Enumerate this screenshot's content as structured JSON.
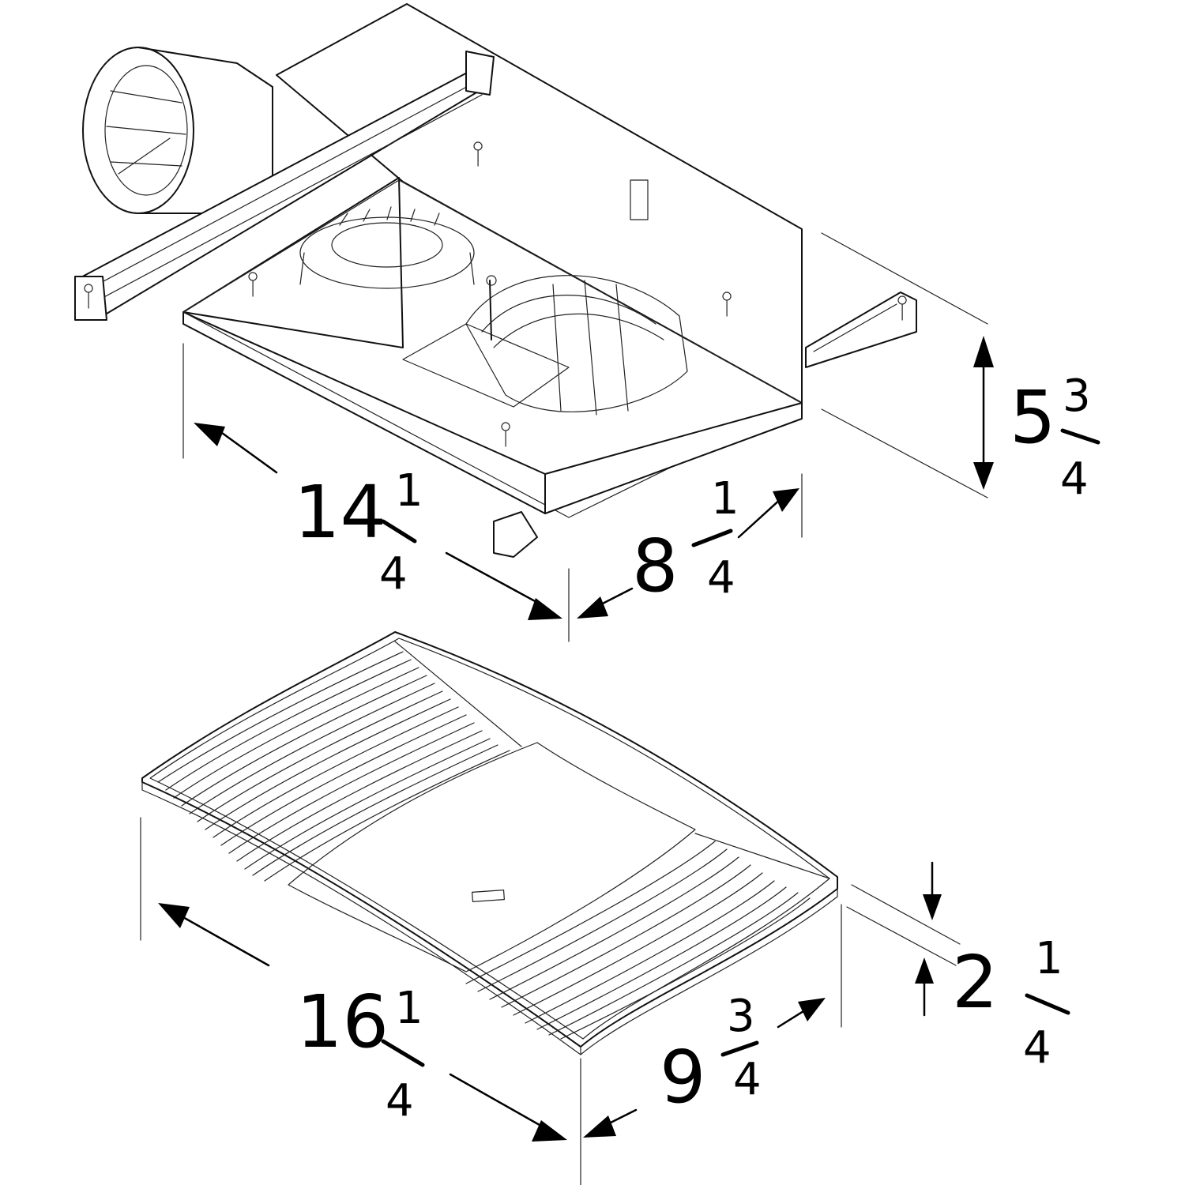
{
  "housing": {
    "length": {
      "whole": "14",
      "numerator": "1",
      "denominator": "4"
    },
    "width": {
      "whole": "8",
      "numerator": "1",
      "denominator": "4"
    },
    "height": {
      "whole": "5",
      "numerator": "3",
      "denominator": "4"
    }
  },
  "grille": {
    "length": {
      "whole": "16",
      "numerator": "1",
      "denominator": "4"
    },
    "width": {
      "whole": "9",
      "numerator": "3",
      "denominator": "4"
    },
    "depth": {
      "whole": "2",
      "numerator": "1",
      "denominator": "4"
    }
  },
  "colors": {
    "ink": "#000000",
    "background": "#ffffff"
  }
}
